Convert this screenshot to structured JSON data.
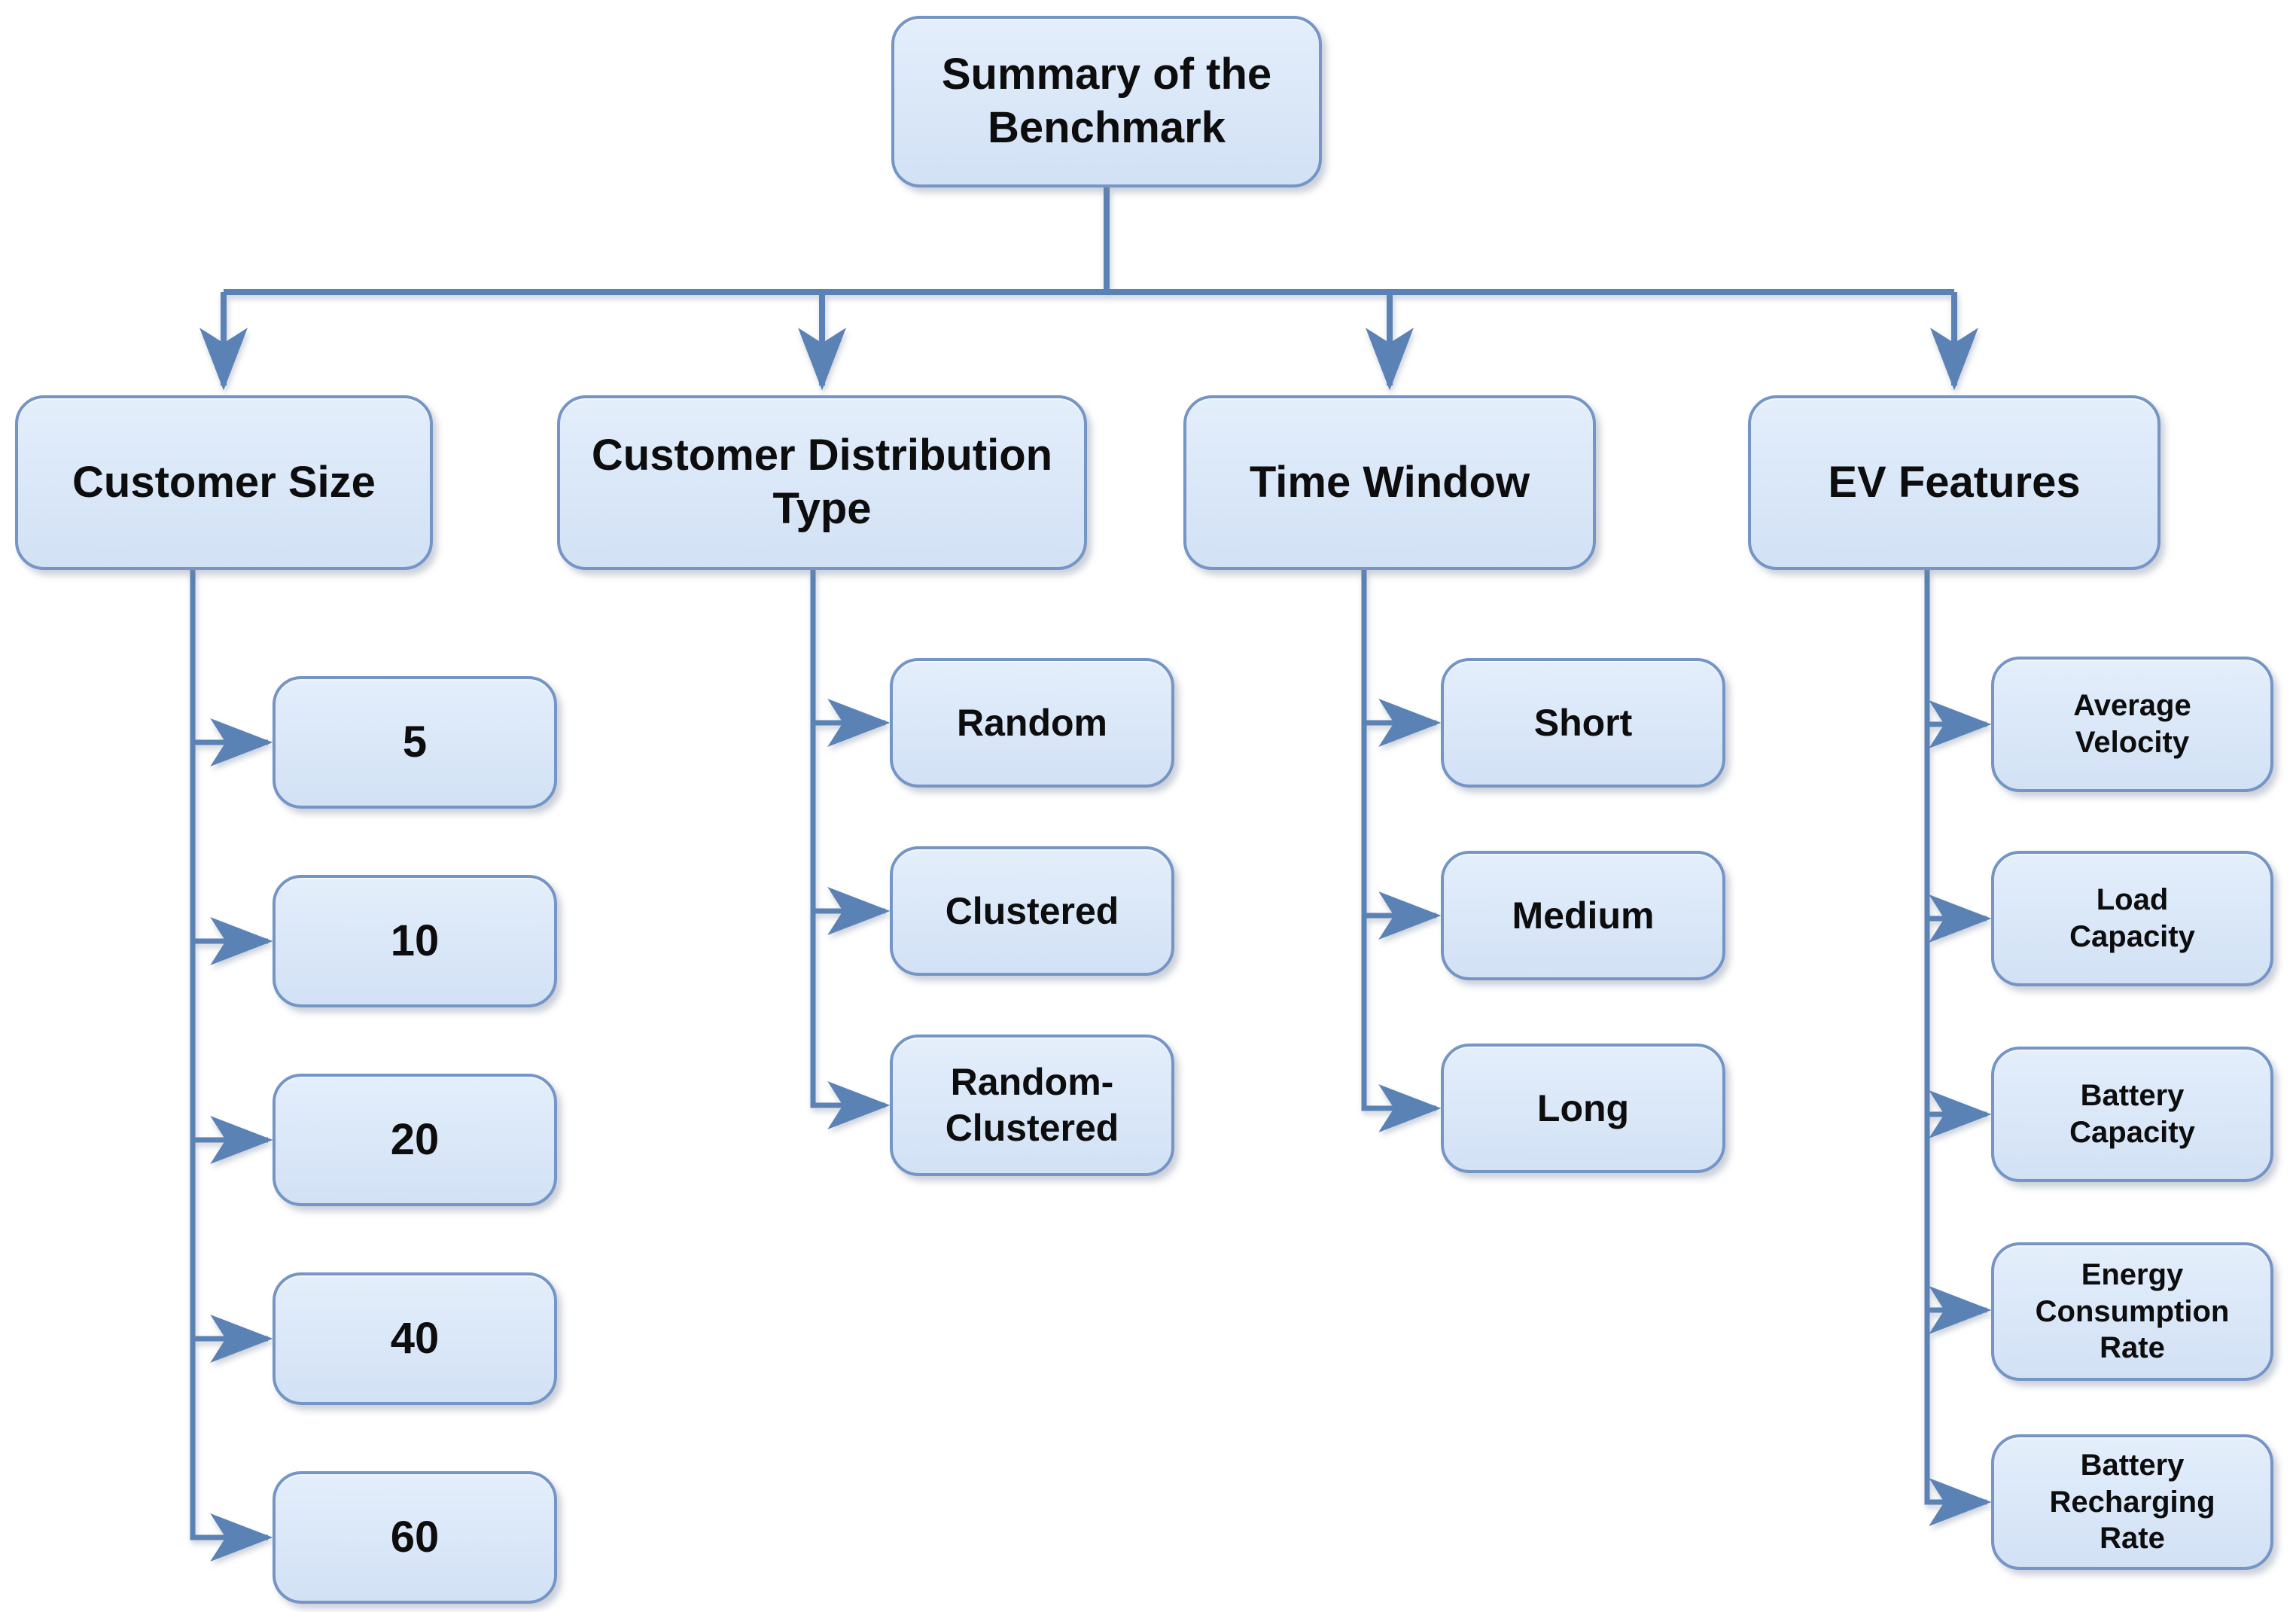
{
  "diagram": {
    "type": "hierarchy-flowchart",
    "root": {
      "label": "Summary of the\nBenchmark"
    },
    "branches": [
      {
        "label": "Customer Size",
        "children": [
          {
            "label": "5"
          },
          {
            "label": "10"
          },
          {
            "label": "20"
          },
          {
            "label": "40"
          },
          {
            "label": "60"
          }
        ]
      },
      {
        "label": "Customer Distribution\nType",
        "children": [
          {
            "label": "Random"
          },
          {
            "label": "Clustered"
          },
          {
            "label": "Random-\nClustered"
          }
        ]
      },
      {
        "label": "Time Window",
        "children": [
          {
            "label": "Short"
          },
          {
            "label": "Medium"
          },
          {
            "label": "Long"
          }
        ]
      },
      {
        "label": "EV Features",
        "children": [
          {
            "label": "Average\nVelocity"
          },
          {
            "label": "Load\nCapacity"
          },
          {
            "label": "Battery\nCapacity"
          },
          {
            "label": "Energy\nConsumption\nRate"
          },
          {
            "label": "Battery\nRecharging\nRate"
          }
        ]
      }
    ],
    "colors": {
      "node_fill": "#d9e7f8",
      "node_border": "#7495c5",
      "connector": "#5b82b5",
      "text": "#0d0d0d",
      "background": "#ffffff"
    }
  }
}
